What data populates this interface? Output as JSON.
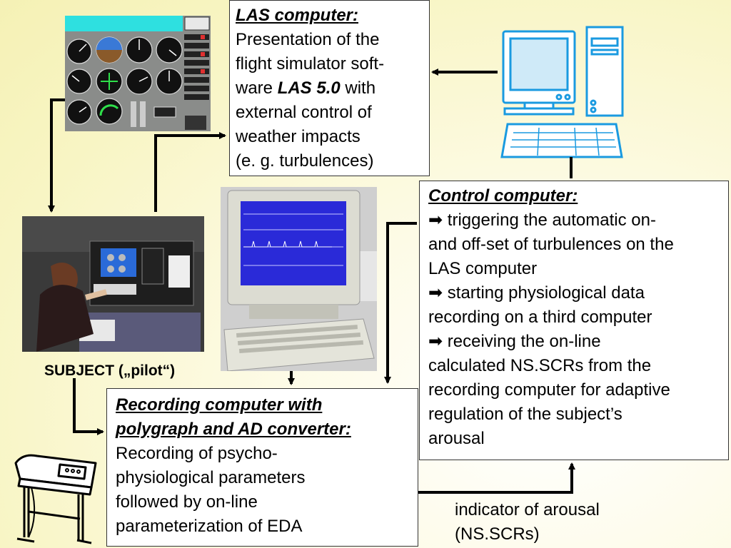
{
  "las_box": {
    "title": "LAS computer:",
    "lines": [
      "Presentation of the",
      "flight simulator soft-"
    ],
    "line3_pre": "ware ",
    "line3_bold": "LAS 5.0",
    "line3_post": " with",
    "lines_after": [
      "external control of",
      "weather impacts",
      "(e. g. turbulences)"
    ]
  },
  "control_box": {
    "title": "Control computer:",
    "lines": [
      "➡ triggering the automatic on-",
      "and off-set of turbulences on the",
      "LAS computer",
      "➡ starting physiological data",
      "recording on a third computer",
      "➡ receiving the on-line",
      "calculated NS.SCRs from the",
      "recording computer for adaptive",
      "regulation of the subject’s",
      "arousal"
    ]
  },
  "recording_box": {
    "title_lines": [
      "Recording computer with",
      "polygraph and AD converter:"
    ],
    "lines": [
      "Recording of psycho-",
      "physiological parameters",
      "followed by on-line",
      "parameterization of EDA"
    ]
  },
  "subject_label": "SUBJECT („pilot“)",
  "arousal_label": [
    "indicator of arousal",
    "(NS.SCRs)"
  ],
  "colors": {
    "computer_icon": "#1a9ae0",
    "arrow": "#000000",
    "cockpit_teal": "#2ee0e0"
  },
  "icons": [
    "desktop-computer-icon",
    "flight-instrument-panel",
    "pilot-photo",
    "crt-monitor-photo",
    "plotter-clipart"
  ]
}
